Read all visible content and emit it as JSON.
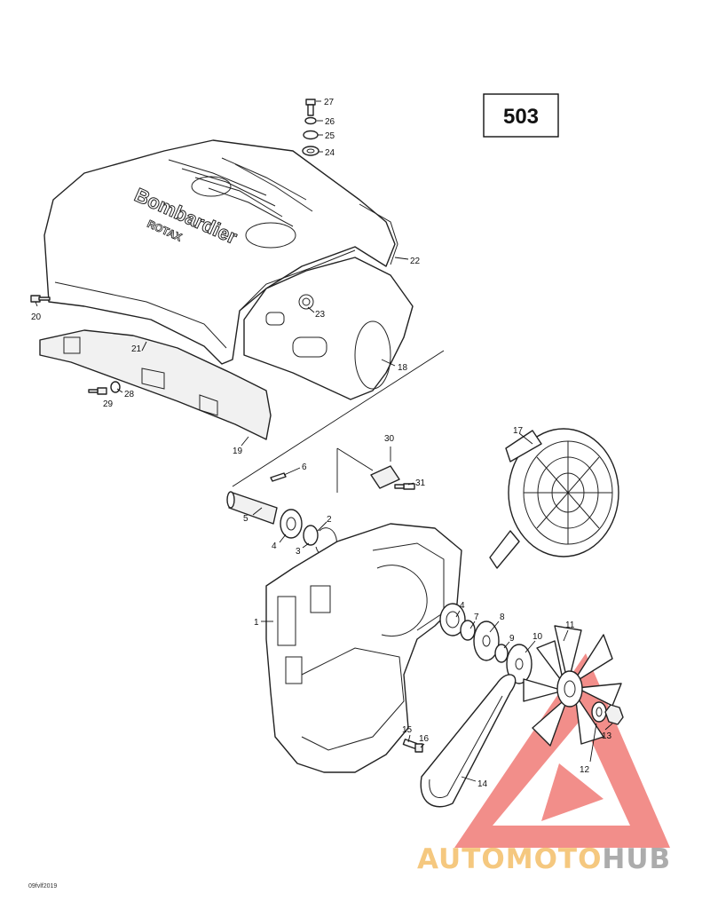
{
  "section_label": "503",
  "document_code": "09fvlf2019",
  "watermark": {
    "parts": [
      "AUTO",
      "MOTO",
      "HUB"
    ],
    "colors": {
      "primary": "#f2b24a",
      "secondary": "#8a8a8a",
      "triangle": "#e8322c"
    }
  },
  "callouts": [
    "27",
    "26",
    "25",
    "24",
    "22",
    "23",
    "20",
    "21",
    "18",
    "28",
    "29",
    "19",
    "30",
    "31",
    "6",
    "5",
    "2",
    "3",
    "4",
    "17",
    "1",
    "7",
    "8",
    "9",
    "10",
    "11",
    "12",
    "13",
    "15",
    "16",
    "14"
  ]
}
